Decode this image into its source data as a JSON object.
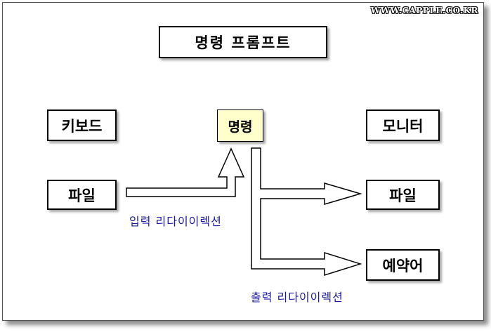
{
  "watermark": "WWW.CAPPLE.CO.KR",
  "title": "명령 프롬프트",
  "nodes": {
    "keyboard": "키보드",
    "command": "명령",
    "monitor": "모니터",
    "file_in": "파일",
    "file_out": "파일",
    "printer": "예약어"
  },
  "labels": {
    "input_redirection": "입력 리다이이렉션",
    "output_redirection": "출력 리다이이렉션"
  },
  "colors": {
    "command_fill": "#ffffcc",
    "label_text": "#1a1aa0"
  }
}
